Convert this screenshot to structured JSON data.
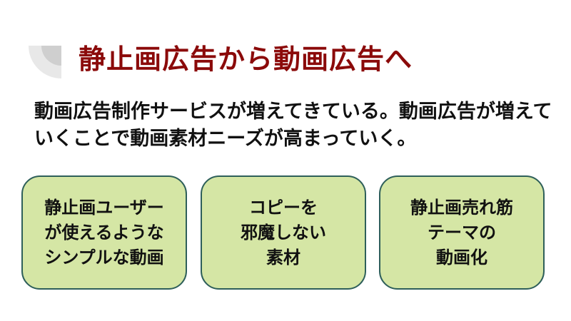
{
  "slide": {
    "title": "静止画広告から動画広告へ",
    "title_color": "#8b0a0a",
    "decoration_icon": "quarter-ring-decoration",
    "lead_lines": [
      "動画広告制作サービスが増えてきている。動画広告が増えて",
      "いくことで動画素材ニーズが高まっていく。"
    ],
    "cards": [
      {
        "lines": [
          "静止画ユーザー",
          "が使えるような",
          "シンプルな動画"
        ]
      },
      {
        "lines": [
          "コピーを",
          "邪魔しない",
          "素材"
        ]
      },
      {
        "lines": [
          "静止画売れ筋",
          "テーマの",
          "動画化"
        ]
      }
    ],
    "card_fill": "#d5e6a5",
    "card_border": "#2e5f5a"
  }
}
